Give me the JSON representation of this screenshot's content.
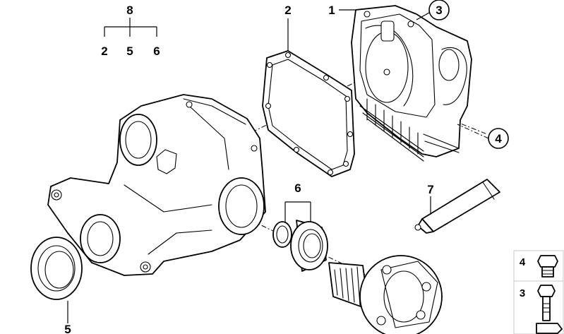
{
  "labels": {
    "group_top": "8",
    "group_top_children": [
      "2",
      "5",
      "6"
    ],
    "gasket": "2",
    "cover_left": "1",
    "cover_callout": "3",
    "cover_fins_callout": "4",
    "seal_pair": "6",
    "sealant_tube": "7",
    "left_seal": "5"
  },
  "legend": [
    {
      "number": "4",
      "part": "plug-screw"
    },
    {
      "number": "3",
      "part": "bolt"
    }
  ]
}
